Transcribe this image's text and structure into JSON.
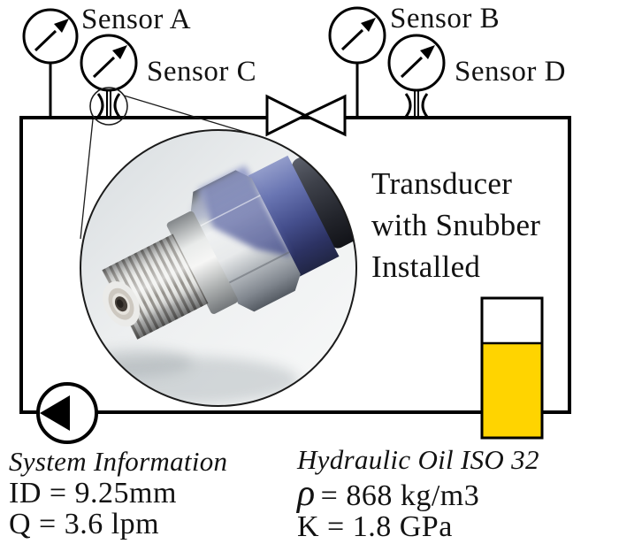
{
  "sensors": [
    {
      "label": "Sensor A"
    },
    {
      "label": "Sensor B"
    },
    {
      "label": "Sensor C"
    },
    {
      "label": "Sensor D"
    }
  ],
  "callout": {
    "lines": [
      "Transducer",
      "with Snubber",
      "Installed"
    ]
  },
  "system_info": {
    "title": "System Information",
    "id_line": "ID = 9.25mm",
    "flow_line": "Q = 3.6 lpm"
  },
  "oil_info": {
    "title": "Hydraulic Oil ISO 32",
    "density_symbol": "ρ",
    "density_line": "= 868 kg/m3",
    "bulk_line": "K = 1.8 GPa"
  },
  "colors": {
    "oil": "#FFD400",
    "line": "#000000"
  }
}
